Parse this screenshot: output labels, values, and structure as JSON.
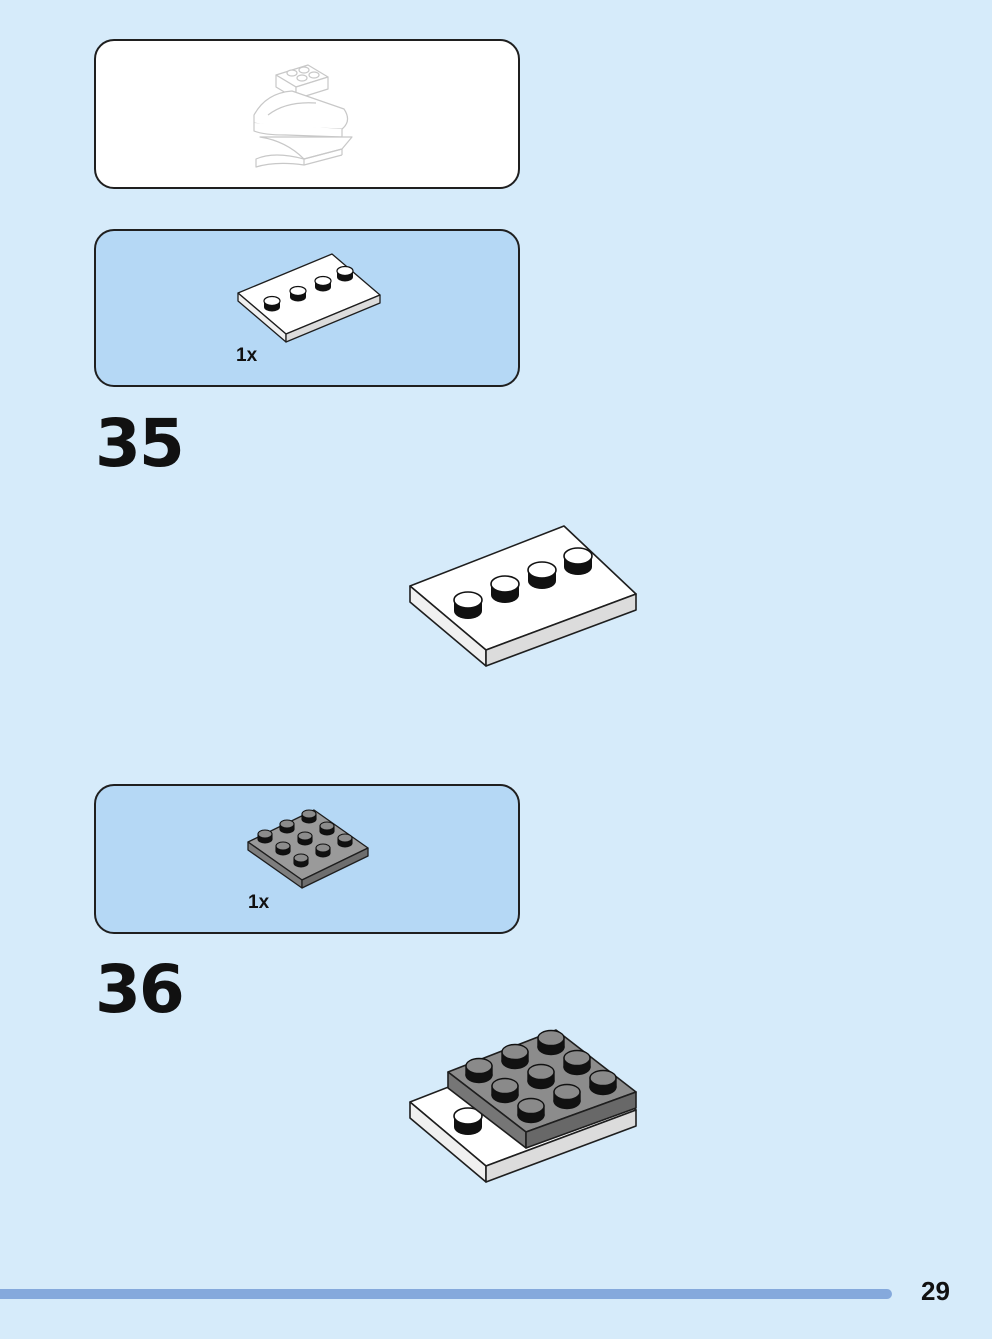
{
  "reference_model": {
    "icon": "submodel-preview-icon"
  },
  "steps": [
    {
      "number": "35",
      "parts": [
        {
          "icon": "white-plate-2x4-four-studs-icon",
          "quantity": "1x"
        }
      ],
      "assembly_icon": "white-plate-assembly-icon"
    },
    {
      "number": "36",
      "parts": [
        {
          "icon": "gray-plate-3x3-icon",
          "quantity": "1x"
        }
      ],
      "assembly_icon": "gray-plate-on-white-plate-assembly-icon"
    }
  ],
  "footer": {
    "page_number": "29"
  },
  "colors": {
    "page_background": "#d6ebfa",
    "parts_panel": "#b5d8f5",
    "footer_bar": "#85a9dc",
    "gray_brick": "#8c8c8c",
    "white_brick": "#ffffff"
  }
}
